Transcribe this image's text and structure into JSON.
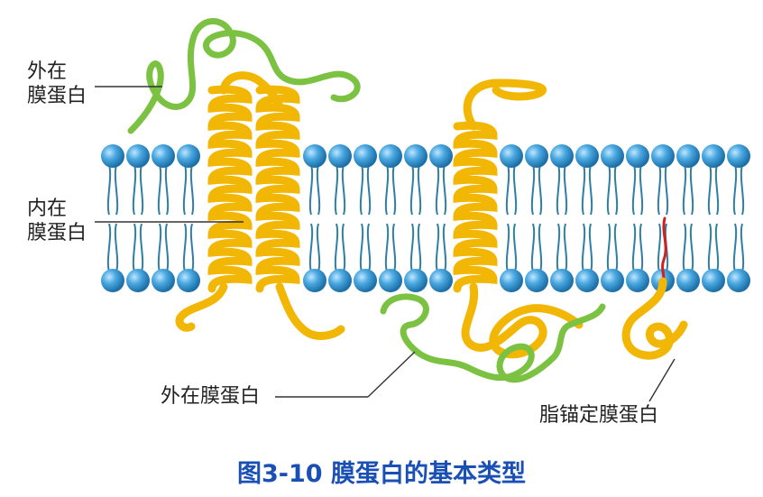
{
  "labels": {
    "peripheral_top_line1": "外在",
    "peripheral_top_line2": "膜蛋白",
    "integral_line1": "内在",
    "integral_line2": "膜蛋白",
    "peripheral_bottom": "外在膜蛋白",
    "lipid_anchored": "脂锚定膜蛋白"
  },
  "caption": "图3-10 膜蛋白的基本类型",
  "colors": {
    "lipid_head": "#3a9ad9",
    "lipid_tail": "#2d7fa6",
    "integral_protein": "#f2b705",
    "peripheral_protein": "#7cc242",
    "anchor_lipid": "#d02020",
    "caption": "#1a4fb5",
    "leader_line": "#333333"
  }
}
